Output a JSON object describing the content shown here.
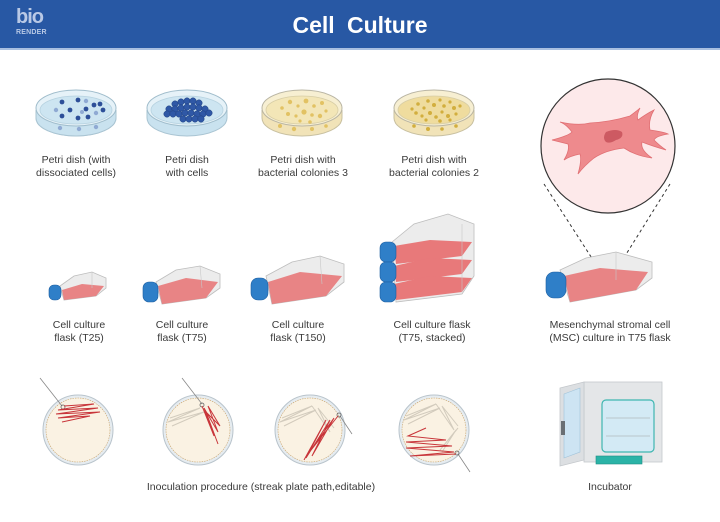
{
  "header": {
    "logo_top": "bio",
    "logo_bottom": "RENDER",
    "title": "Cell  Culture",
    "background_color": "#2858a4"
  },
  "row1": [
    {
      "id": "petri-dissociated",
      "label": "Petri dish (with\ndissociated cells)"
    },
    {
      "id": "petri-cells",
      "label": "Petri dish\nwith cells"
    },
    {
      "id": "petri-bacterial-3",
      "label": "Petri dish with\nbacterial colonies 3"
    },
    {
      "id": "petri-bacterial-2",
      "label": "Petri dish with\nbacterial colonies 2"
    }
  ],
  "row2": [
    {
      "id": "flask-t25",
      "label": "Cell culture\nflask (T25)"
    },
    {
      "id": "flask-t75",
      "label": "Cell culture\nflask (T75)"
    },
    {
      "id": "flask-t150",
      "label": "Cell culture\nflask (T150)"
    },
    {
      "id": "flask-t75-stacked",
      "label": "Cell culture flask\n(T75, stacked)"
    }
  ],
  "msc": {
    "label": "Mesenchymal stromal cell\n(MSC) culture in T75 flask"
  },
  "streak": {
    "label": "Inoculation procedure (streak plate path,editable)",
    "steps": 4
  },
  "incubator": {
    "label": "Incubator"
  },
  "colors": {
    "flask_media": "#e8797a",
    "cap_blue": "#2f7fc8",
    "cell_pink": "#ee8a8d",
    "agar": "#faf2e3",
    "streak_red": "#c8353a"
  }
}
